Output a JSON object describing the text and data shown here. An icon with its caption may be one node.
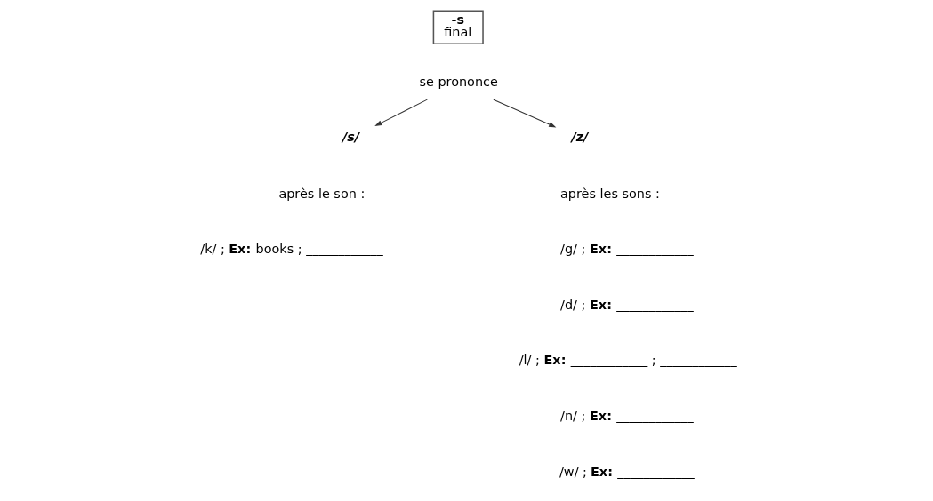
{
  "diagram": {
    "nodes": [
      {
        "text": [
          "-s",
          "final"
        ]
      },
      {
        "text": [
          "se prononce"
        ]
      },
      {
        "text": [
          "/s/"
        ]
      },
      {
        "text": [
          "/z/"
        ]
      }
    ],
    "edges": [
      {
        "from": 1,
        "to": 2,
        "arrow": "to"
      },
      {
        "from": 1,
        "to": 3,
        "arrow": "to"
      }
    ],
    "labels": [
      "après le son :",
      "/k/ ; **Ex:** books ; ____________",
      "après les sons :",
      "/g/ ; **Ex:** ____________",
      "/d/ ; **Ex:** ____________",
      "/l/ ; **Ex:** ____________ ; ____________",
      "/n/ ; **Ex:** ____________",
      "/w/ ; **Ex:** ____________"
    ]
  }
}
